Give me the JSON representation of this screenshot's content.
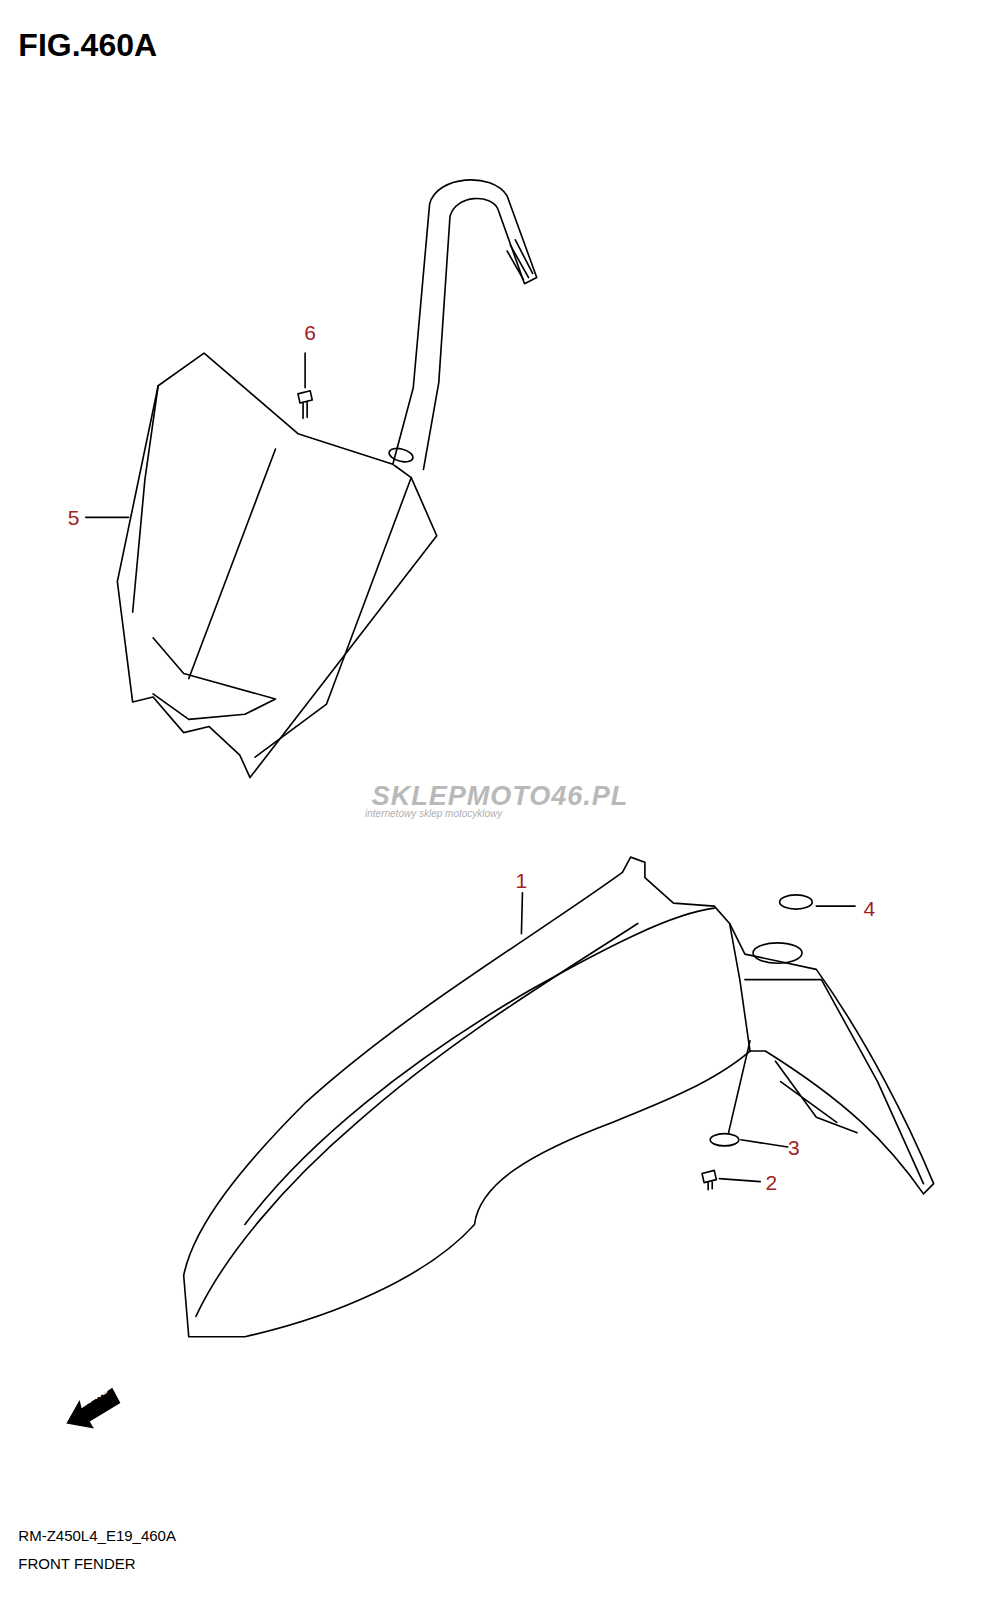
{
  "diagram": {
    "title": "FIG.460A",
    "caption": "FRONT FENDER",
    "labels": [
      "6",
      "5",
      "1",
      "4",
      "3",
      "2",
      "SKLEPMOTO46.PL",
      "internetowy sklep motocyklowy",
      "FWD",
      "RM-Z450L4_E19_460A"
    ]
  }
}
